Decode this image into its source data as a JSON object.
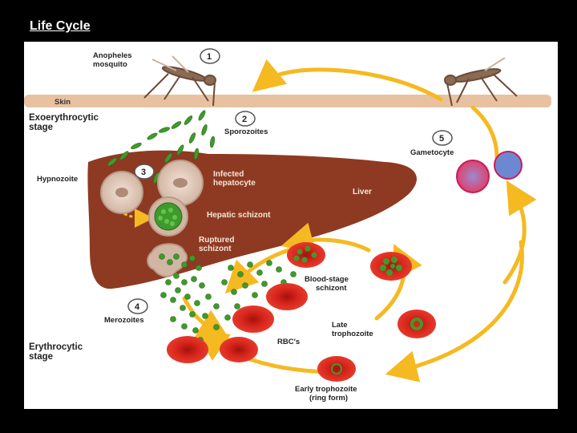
{
  "slide": {
    "title": "Life Cycle"
  },
  "diagram": {
    "steps": [
      "1",
      "2",
      "3",
      "4",
      "5"
    ],
    "labels": {
      "anopheles_line1": "Anopheles",
      "anopheles_line2": "mosquito",
      "skin": "Skin",
      "exo_line1": "Exoerythrocytic",
      "exo_line2": "stage",
      "sporozoites": "Sporozoites",
      "gametocyte": "Gametocyte",
      "hypnozoite": "Hypnozoite",
      "infected_line1": "Infected",
      "infected_line2": "hepatocyte",
      "liver": "Liver",
      "hepatic_schizont": "Hepatic schizont",
      "ruptured_line1": "Ruptured",
      "ruptured_line2": "schizont",
      "blood_schizont_line1": "Blood-stage",
      "blood_schizont_line2": "schizont",
      "merozoites": "Merozoites",
      "late_troph_line1": "Late",
      "late_troph_line2": "trophozoite",
      "rbcs": "RBC's",
      "ery_line1": "Erythrocytic",
      "ery_line2": "stage",
      "early_troph_line1": "Early trophozoite",
      "early_troph_line2": "(ring form)"
    },
    "colors": {
      "arrow": "#f5b921",
      "liver": "#8e3a22",
      "rbc": "#d8261c",
      "parasite": "#3f9a2c",
      "skin": "#e8c2a0"
    }
  }
}
